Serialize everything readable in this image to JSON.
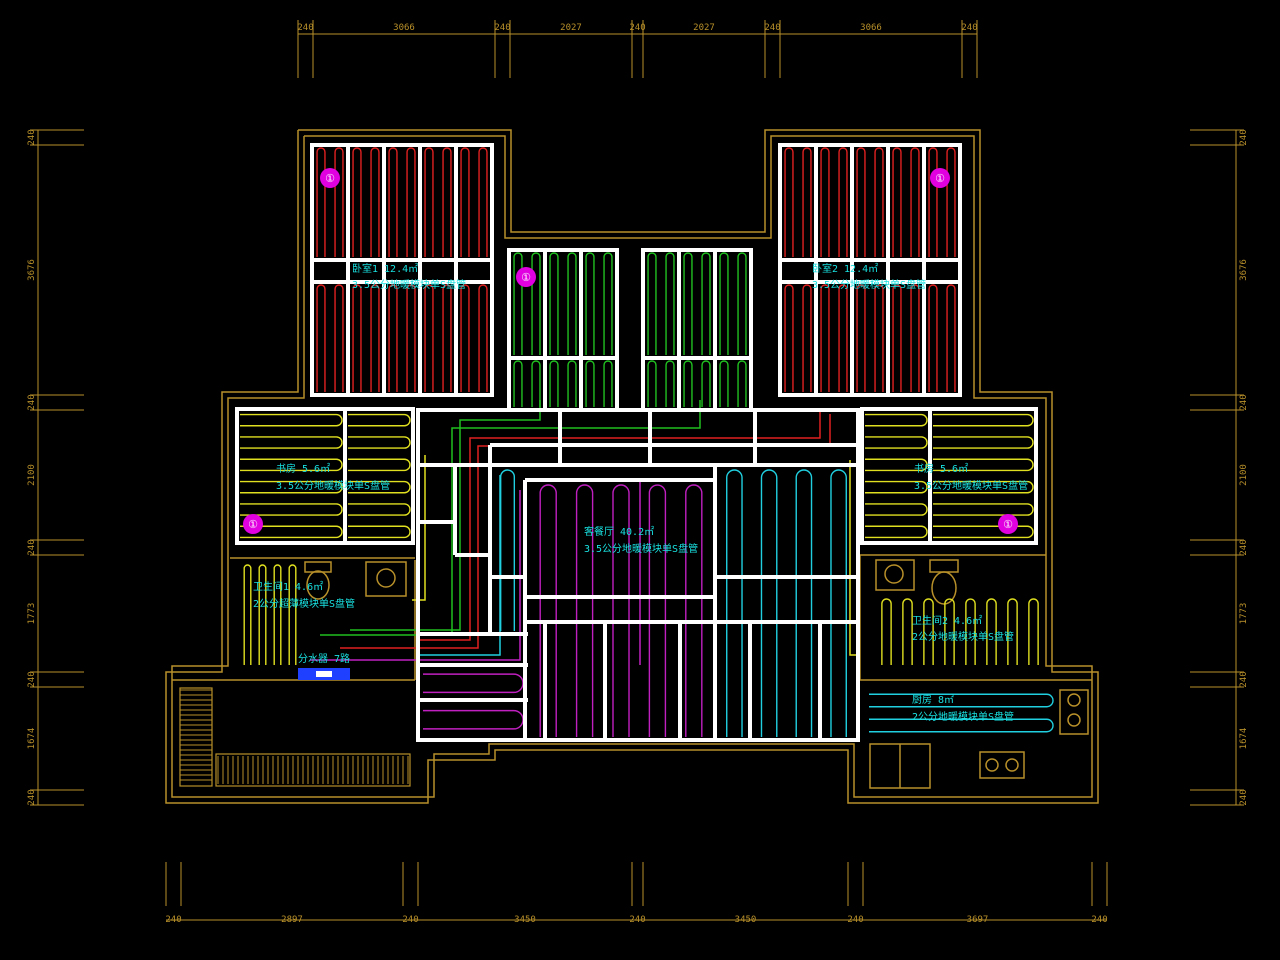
{
  "colors": {
    "background": "#000000",
    "wall": "#b8902a",
    "dimension": "#b8902a",
    "panel": "#ffffff",
    "label": "#19e0e0",
    "marker": "#e000e0",
    "loop_red": "#e02020",
    "loop_green": "#20c020",
    "loop_yellow": "#e0e020",
    "loop_magenta": "#c020c0",
    "loop_cyan": "#20d0e0",
    "manifold": "#2040ff"
  },
  "dimensions": {
    "top": [
      "240",
      "3066",
      "240",
      "2027",
      "240",
      "2027",
      "240",
      "3066",
      "240"
    ],
    "bottom": [
      "240",
      "2897",
      "240",
      "3450",
      "240",
      "3450",
      "240",
      "3697",
      "240"
    ],
    "left": [
      "240",
      "3676",
      "240",
      "2100",
      "240",
      "1773",
      "240",
      "1674",
      "240"
    ],
    "right": [
      "240",
      "3676",
      "240",
      "2100",
      "240",
      "1773",
      "240",
      "1674",
      "240"
    ]
  },
  "rooms": {
    "bedroom1": {
      "line1": "卧室1  12.4㎡",
      "line2": "3.5公分地暖模块单S盘管"
    },
    "bedroom2": {
      "line1": "卧室2  12.4㎡",
      "line2": "3.5公分地暖模块单S盘管"
    },
    "side_left": {
      "line1": "书房  5.6㎡",
      "line2": "3.5公分地暖模块单S盘管"
    },
    "side_right": {
      "line1": "书房  5.6㎡",
      "line2": "3.5公分地暖模块单S盘管"
    },
    "living": {
      "line1": "客餐厅  40.2㎡",
      "line2": "3.5公分地暖模块单S盘管"
    },
    "bath1": {
      "line1": "卫生间1  4.6㎡",
      "line2": "2公分超薄模块单S盘管"
    },
    "bath2": {
      "line1": "卫生间2  4.6㎡",
      "line2": "2公分地暖模块单S盘管"
    },
    "kitchen": {
      "line1": "厨房  8㎡",
      "line2": "2公分地暖模块单S盘管"
    }
  },
  "manifold": {
    "label": "分水器",
    "ways": "7路"
  },
  "markers": [
    "①",
    "①",
    "①",
    "①",
    "①"
  ]
}
